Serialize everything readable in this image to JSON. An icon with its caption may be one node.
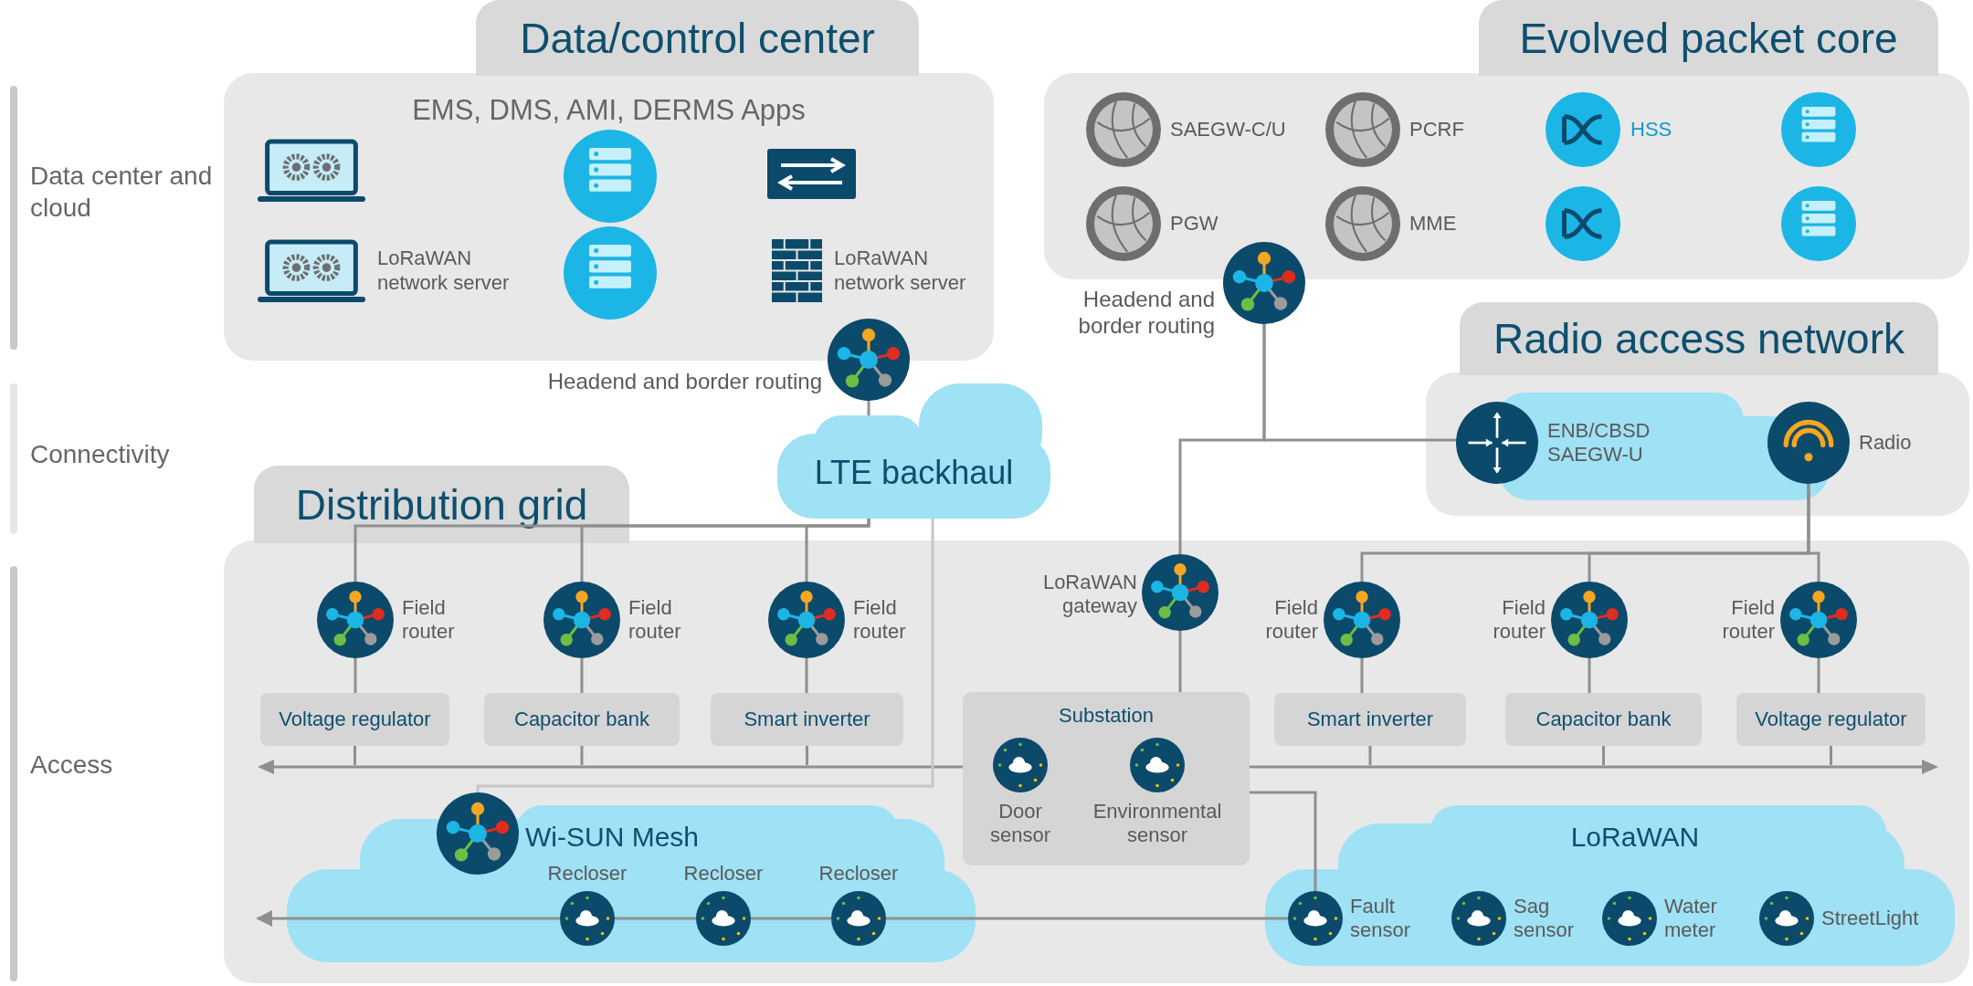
{
  "diagram": {
    "nodes": [
      {
        "text": [
          "Data/control center",
          "EMS, DMS, AMI, DERMS Apps"
        ]
      },
      {
        "text": [],
        "shape": "laptop",
        "in": 0
      },
      {
        "text": [],
        "shape": "circle",
        "in": 0
      },
      {
        "text": [],
        "shape": "box",
        "in": 0
      },
      {
        "text": [
          "LoRaWAN network server"
        ],
        "in": 0
      },
      {
        "text": [],
        "shape": "circle",
        "in": 0
      },
      {
        "text": [
          "LoRaWAN network server"
        ],
        "in": 0
      },
      {
        "text": [
          "Headend and border routing"
        ]
      },
      {
        "text": [
          "Evolved packet core"
        ]
      },
      {
        "text": [
          "SAEGW-C/U"
        ],
        "in": 8
      },
      {
        "text": [
          "PCRF"
        ],
        "in": 8
      },
      {
        "text": [
          "HSS"
        ],
        "in": 8
      },
      {
        "text": [],
        "shape": "circle",
        "in": 8
      },
      {
        "text": [
          "PGW"
        ],
        "in": 8
      },
      {
        "text": [
          "MME"
        ],
        "in": 8
      },
      {
        "text": [],
        "shape": "circle",
        "in": 8
      },
      {
        "text": [],
        "shape": "circle",
        "in": 8
      },
      {
        "text": [
          "Headend and border routing"
        ]
      },
      {
        "text": [
          "Radio access network"
        ]
      },
      {
        "text": [
          "ENB/CBSD SAEGW-U"
        ],
        "in": 18
      },
      {
        "text": [
          "Radio"
        ],
        "in": 18
      },
      {
        "text": [
          "LTE backhaul"
        ]
      },
      {
        "text": [
          "Distribution grid"
        ]
      },
      {
        "text": [
          "Field router"
        ],
        "in": 22
      },
      {
        "text": [
          "Field router"
        ],
        "in": 22
      },
      {
        "text": [
          "Field router"
        ],
        "in": 22
      },
      {
        "text": [
          "Voltage regulator"
        ],
        "in": 22
      },
      {
        "text": [
          "Capacitor bank"
        ],
        "in": 22
      },
      {
        "text": [
          "Smart inverter"
        ],
        "in": 22
      },
      {
        "text": [
          "LoRaWAN gateway"
        ],
        "in": 22
      },
      {
        "text": [
          "Field router"
        ],
        "in": 22
      },
      {
        "text": [
          "Field router"
        ],
        "in": 22
      },
      {
        "text": [
          "Field router"
        ],
        "in": 22
      },
      {
        "text": [
          "Smart inverter"
        ],
        "in": 22
      },
      {
        "text": [
          "Capacitor bank"
        ],
        "in": 22
      },
      {
        "text": [
          "Voltage regulator"
        ],
        "in": 22
      },
      {
        "text": [
          "Substation"
        ],
        "in": 22
      },
      {
        "text": [
          "Door sensor"
        ],
        "in": 36
      },
      {
        "text": [
          "Environmental sensor"
        ],
        "in": 36
      },
      {
        "text": [],
        "shape": "bar",
        "in": 22
      },
      {
        "text": [
          "Wi-SUN Mesh"
        ],
        "in": 22
      },
      {
        "text": [],
        "shape": "circle",
        "in": 22
      },
      {
        "text": [
          "Recloser"
        ],
        "in": 40
      },
      {
        "text": [
          "Recloser"
        ],
        "in": 40
      },
      {
        "text": [
          "Recloser"
        ],
        "in": 40
      },
      {
        "text": [
          "LoRaWAN"
        ],
        "in": 22
      },
      {
        "text": [
          "Fault sensor"
        ],
        "in": 45
      },
      {
        "text": [
          "Sag sensor"
        ],
        "in": 45
      },
      {
        "text": [
          "Water meter"
        ],
        "in": 45
      },
      {
        "text": [
          "StreetLight"
        ],
        "in": 45
      }
    ],
    "edges": [
      {
        "from": 7,
        "to": 21,
        "arrow": "none"
      },
      {
        "from": 21,
        "to": 23,
        "arrow": "none"
      },
      {
        "from": 21,
        "to": 24,
        "arrow": "none"
      },
      {
        "from": 21,
        "to": 25,
        "arrow": "none"
      },
      {
        "from": 21,
        "to": 41,
        "arrow": "none",
        "color": "#c6c6c6"
      },
      {
        "from": 17,
        "to": 19,
        "arrow": "none"
      },
      {
        "from": 17,
        "to": 29,
        "arrow": "none"
      },
      {
        "from": 20,
        "to": 30,
        "arrow": "none"
      },
      {
        "from": 20,
        "to": 31,
        "arrow": "none"
      },
      {
        "from": 20,
        "to": 32,
        "arrow": "none"
      },
      {
        "from": 23,
        "to": 26,
        "arrow": "none"
      },
      {
        "from": 24,
        "to": 27,
        "arrow": "none"
      },
      {
        "from": 25,
        "to": 28,
        "arrow": "none"
      },
      {
        "from": 30,
        "to": 33,
        "arrow": "none"
      },
      {
        "from": 31,
        "to": 34,
        "arrow": "none"
      },
      {
        "from": 32,
        "to": 35,
        "arrow": "none"
      },
      {
        "from": 29,
        "to": 36,
        "arrow": "none"
      },
      {
        "from": 26,
        "to": 39,
        "arrow": "none"
      },
      {
        "from": 27,
        "to": 39,
        "arrow": "none"
      },
      {
        "from": 28,
        "to": 39,
        "arrow": "none"
      },
      {
        "from": 33,
        "to": 39,
        "arrow": "none"
      },
      {
        "from": 34,
        "to": 39,
        "arrow": "none"
      },
      {
        "from": 35,
        "to": 39,
        "arrow": "none"
      },
      {
        "from": 36,
        "to": 46,
        "arrow": "none"
      },
      {
        "from": 46,
        "to": 44,
        "arrow": "none"
      },
      {
        "from": 44,
        "to": 43,
        "arrow": "none"
      },
      {
        "from": 43,
        "to": 42,
        "arrow": "none"
      },
      {
        "from": 42,
        "to": null,
        "arrow": "to"
      }
    ],
    "labels": [
      "Data center and cloud",
      "Connectivity",
      "Access"
    ]
  }
}
